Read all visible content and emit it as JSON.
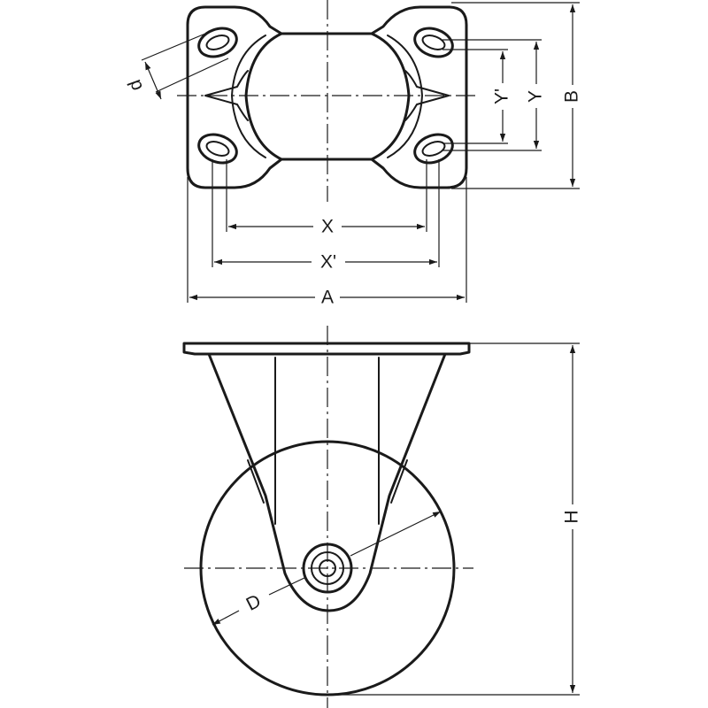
{
  "labels": {
    "X": "X",
    "X_prime": "X'",
    "A": "A",
    "Y": "Y",
    "Y_prime": "Y'",
    "B": "B",
    "d": "d",
    "D": "D",
    "H": "H"
  },
  "colors": {
    "line": "#1a1a1a",
    "background": "#ffffff"
  }
}
